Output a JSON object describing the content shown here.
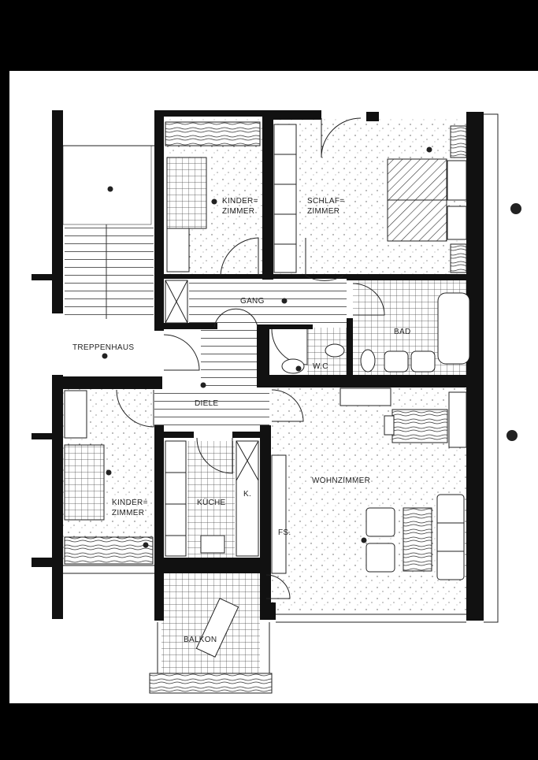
{
  "plan": {
    "rooms": {
      "kinderzimmer_top": [
        "KINDER=",
        "ZIMMER"
      ],
      "schlafzimmer": [
        "SCHLAF=",
        "ZIMMER"
      ],
      "gang": "GANG",
      "bad": "BAD",
      "wc": "W.C",
      "treppenhaus": "TREPPENHAUS",
      "diele": "DIELE",
      "kinderzimmer_bottom": [
        "KINDER=",
        "ZIMMER"
      ],
      "kueche": "KÜCHE",
      "wohnzimmer": "WOHNZIMMER",
      "balkon": "BALKON",
      "k_abbrev": "K.",
      "fs_abbrev": "FS."
    }
  }
}
